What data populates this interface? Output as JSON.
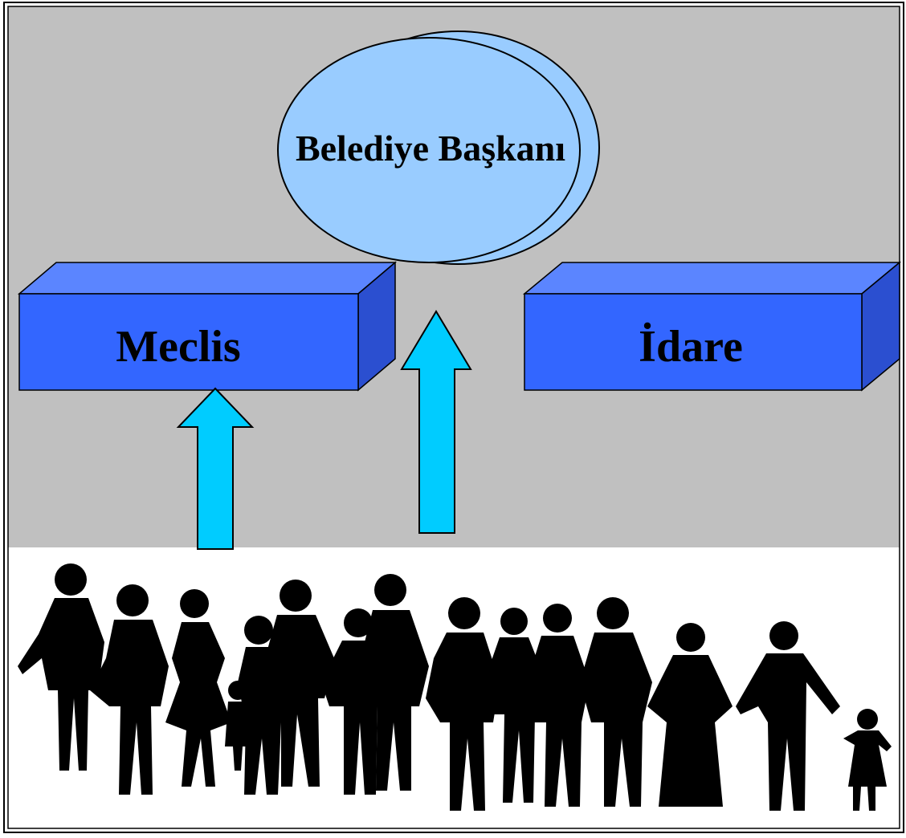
{
  "diagram": {
    "mayor": {
      "label": "Belediye Başkanı"
    },
    "council": {
      "label": "Meclis"
    },
    "administration": {
      "label": "İdare"
    }
  },
  "colors": {
    "background": "#c0c0c0",
    "ellipse_fill": "#99ccff",
    "box_front": "#3366ff",
    "box_top": "#5b85ff",
    "box_side": "#2b4fd0",
    "arrow_fill": "#00ccff",
    "silhouette": "#000000"
  },
  "icons": {
    "crowd": "people-crowd-silhouette-icon"
  }
}
